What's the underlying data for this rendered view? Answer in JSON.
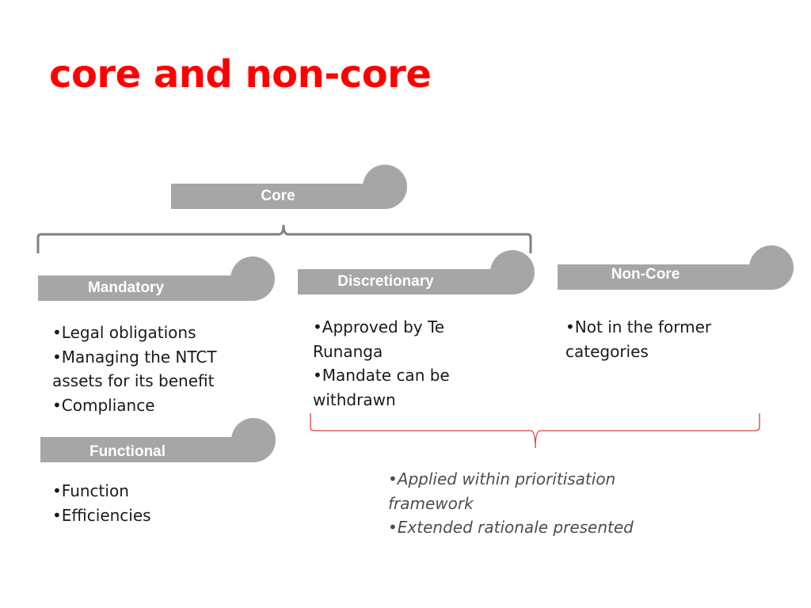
{
  "title": "core and non-core",
  "core": {
    "label": "Core"
  },
  "mandatory": {
    "label": "Mandatory",
    "bullets": [
      "•Legal obligations",
      "•Managing the NTCT assets for its benefit",
      "•Compliance"
    ]
  },
  "discretionary": {
    "label": "Discretionary",
    "bullets": [
      "•Approved by Te Runanga",
      "•Mandate can be withdrawn"
    ]
  },
  "non_core": {
    "label": "Non-Core",
    "bullets": [
      "•Not in the former categories"
    ]
  },
  "functional": {
    "label": "Functional",
    "bullets": [
      "•Function",
      "•Efficiencies"
    ]
  },
  "notes": {
    "bullets": [
      "Applied within prioritisation framework",
      "Extended rationale presented"
    ]
  },
  "colors": {
    "title": "#ff0000",
    "tab": "#a6a6a6",
    "brace_gray": "#808080",
    "brace_red": "#e04040"
  }
}
